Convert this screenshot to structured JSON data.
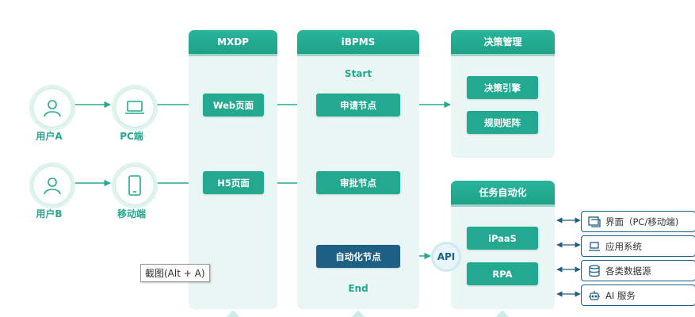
{
  "panels": {
    "mxdp": "MXDP",
    "ibpms": "iBPMS",
    "decision": "决策管理",
    "automation": "任务自动化"
  },
  "users": {
    "user_a": "用户A",
    "pc": "PC端",
    "user_b": "用户B",
    "mobile": "移动端"
  },
  "mxdp_nodes": {
    "web": "Web页面",
    "h5": "H5页面"
  },
  "flow": {
    "start": "Start",
    "apply": "申请节点",
    "approve": "审批节点",
    "auto": "自动化节点",
    "end": "End",
    "api": "API"
  },
  "decision_nodes": {
    "engine": "决策引擎",
    "matrix": "规则矩阵"
  },
  "automation_nodes": {
    "ipaas": "iPaaS",
    "rpa": "RPA"
  },
  "external": [
    {
      "icon": "window-icon",
      "label": "界面（PC/移动端)"
    },
    {
      "icon": "laptop-icon",
      "label": "应用系统"
    },
    {
      "icon": "database-icon",
      "label": "各类数据源"
    },
    {
      "icon": "robot-icon",
      "label": "AI 服务"
    }
  ],
  "tooltip": "截图(Alt + A)",
  "colors": {
    "primary": "#22a98f",
    "dark": "#1e5f86",
    "panel_bg": "#eaf6f4"
  }
}
